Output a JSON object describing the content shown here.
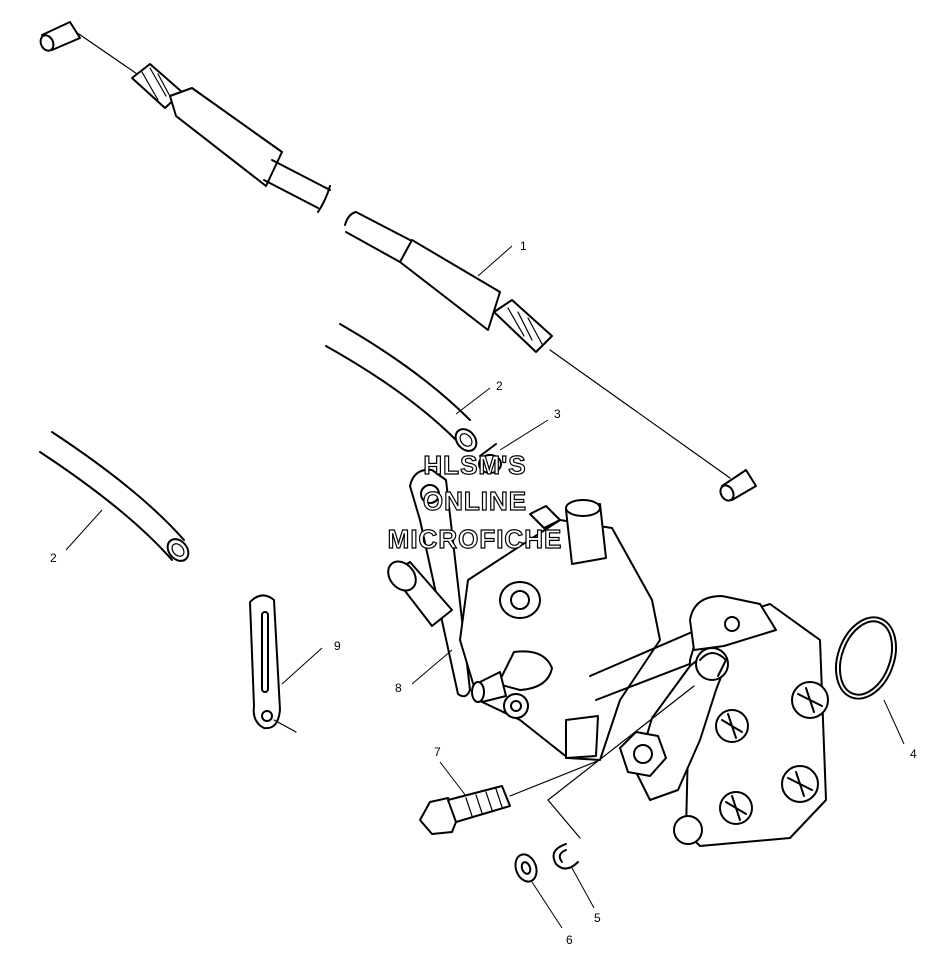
{
  "watermark": {
    "line1": "HLSM'S",
    "line2": "ONLINE",
    "line3": "MICROFICHE"
  },
  "callouts": {
    "c1": "1",
    "c2a": "2",
    "c2b": "2",
    "c3": "3",
    "c4": "4",
    "c5": "5",
    "c6": "6",
    "c7": "7",
    "c8": "8",
    "c9": "9"
  }
}
